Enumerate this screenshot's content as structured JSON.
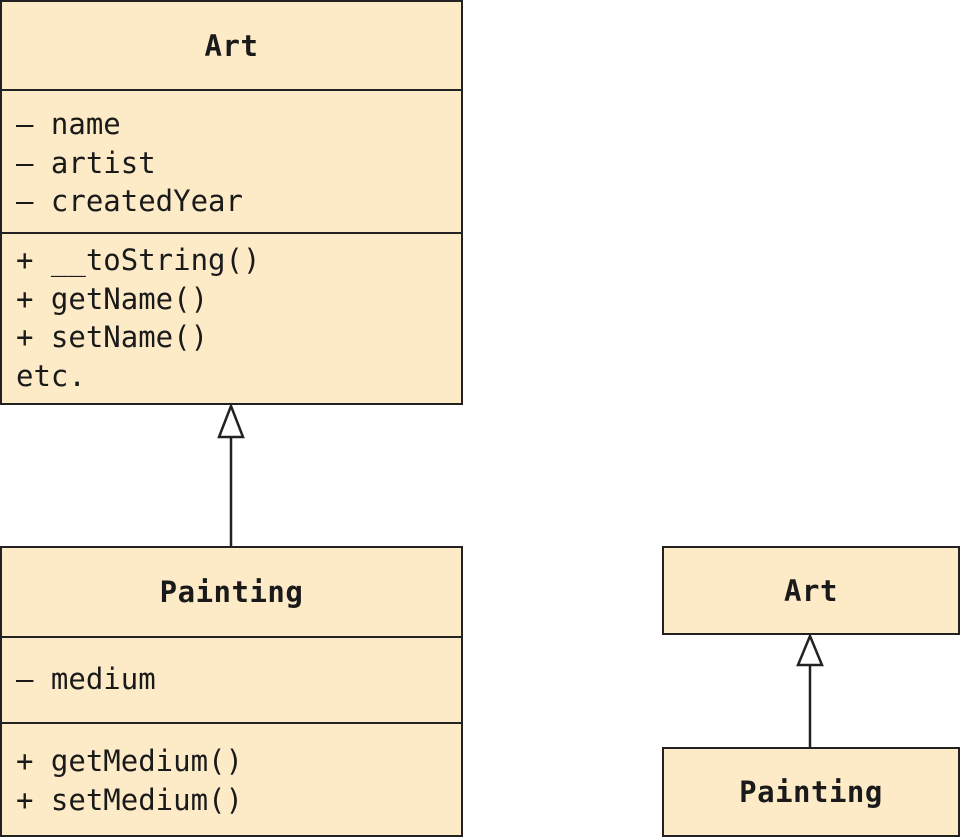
{
  "detailed": {
    "parent": {
      "name": "Art",
      "attributes": [
        "– name",
        "– artist",
        "– createdYear"
      ],
      "methods": [
        "+ __toString()",
        "+ getName()",
        "+ setName()",
        "etc."
      ]
    },
    "child": {
      "name": "Painting",
      "attributes": [
        "– medium"
      ],
      "methods": [
        "+ getMedium()",
        "+ setMedium()"
      ]
    }
  },
  "simple": {
    "parent": {
      "name": "Art"
    },
    "child": {
      "name": "Painting"
    }
  },
  "colors": {
    "box_fill": "#fdebc8",
    "border": "#222222",
    "text": "#1a1a1a"
  }
}
